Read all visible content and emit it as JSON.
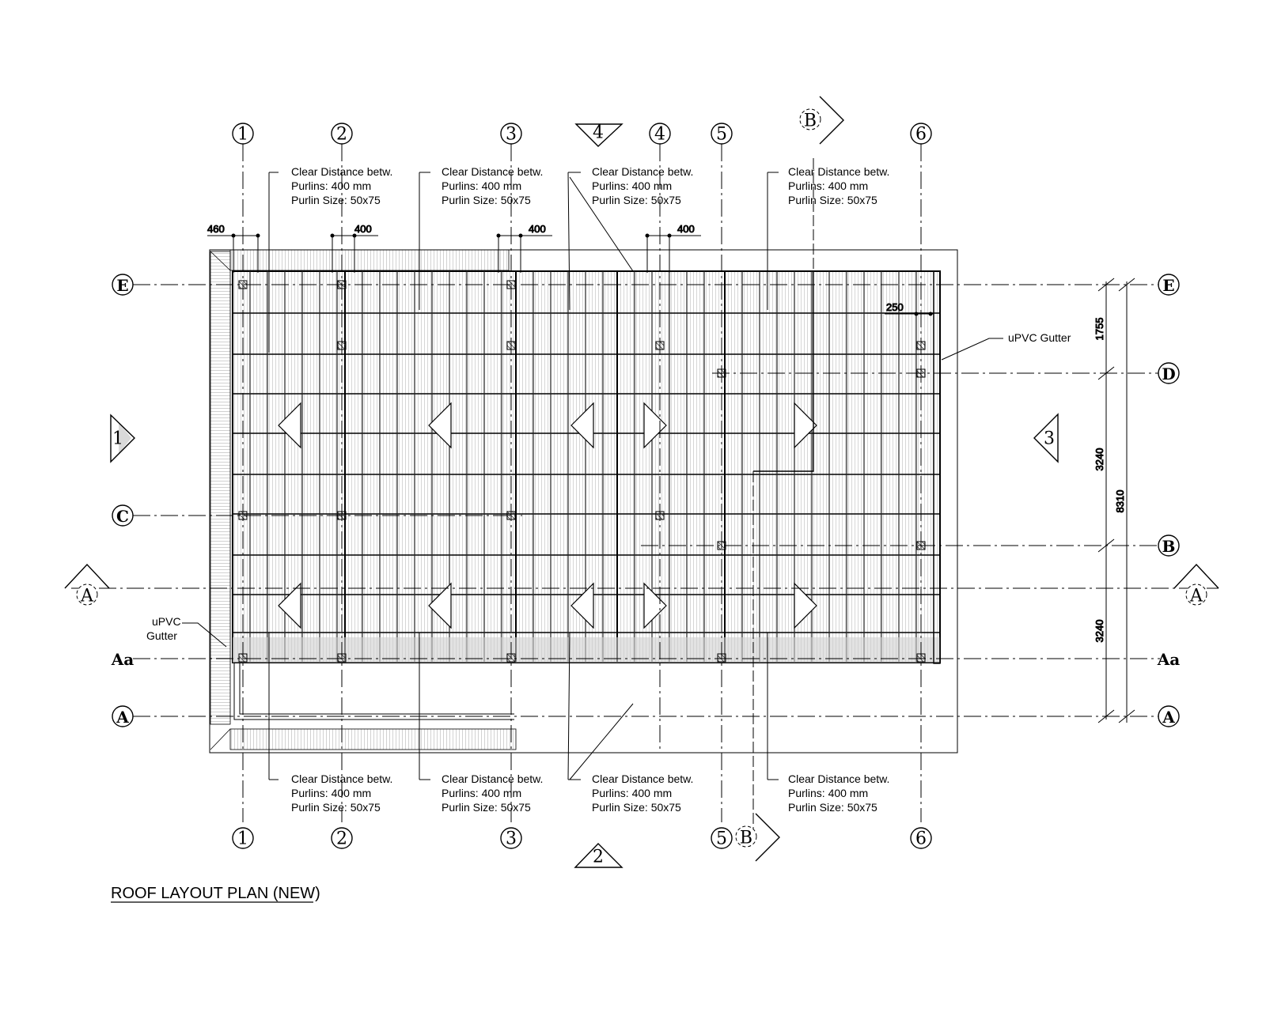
{
  "drawing": {
    "title": "ROOF LAYOUT PLAN (NEW)",
    "grid_columns_top": [
      "1",
      "2",
      "3",
      "4",
      "5",
      "6"
    ],
    "grid_columns_bottom": [
      "1",
      "2",
      "3",
      "5",
      "6"
    ],
    "grid_rows_left": [
      "E",
      "C",
      "Aa",
      "A"
    ],
    "grid_rows_right": [
      "E",
      "D",
      "B",
      "Aa",
      "A"
    ],
    "purlin_note": {
      "line1": "Clear Distance betw.",
      "line2": "Purlins: 400 mm",
      "line3": "Purlin Size: 50x75"
    },
    "dims_top": [
      "460",
      "400",
      "400",
      "400"
    ],
    "dim_250": "250",
    "dims_right": [
      "1755",
      "3240",
      "3240"
    ],
    "dim_overall": "8310",
    "gutter_right": "uPVC Gutter",
    "gutter_left_line1": "uPVC",
    "gutter_left_line2": "Gutter",
    "elevation_markers": [
      "1",
      "2",
      "3",
      "4"
    ],
    "section_markers": [
      "A",
      "A",
      "B",
      "B"
    ]
  }
}
